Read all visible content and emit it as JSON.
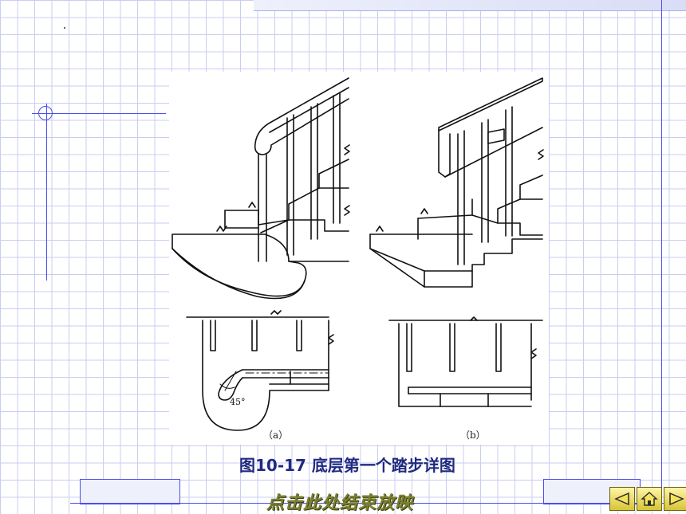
{
  "figure": {
    "label_a": "（a）",
    "label_b": "（b）",
    "angle": "45°"
  },
  "caption": "图10-17  底层第一个踏步详图",
  "end_show_link": "点击此处结束放映",
  "nav": {
    "back_icon": "triangle-left-icon",
    "home_icon": "home-icon",
    "forward_icon": "triangle-right-icon"
  },
  "colors": {
    "grid": "#c9cdf2",
    "accent_line": "#4a4ff0",
    "caption": "#1f2a80",
    "link": "#7a8030",
    "nav_button": "#e8d64a"
  }
}
